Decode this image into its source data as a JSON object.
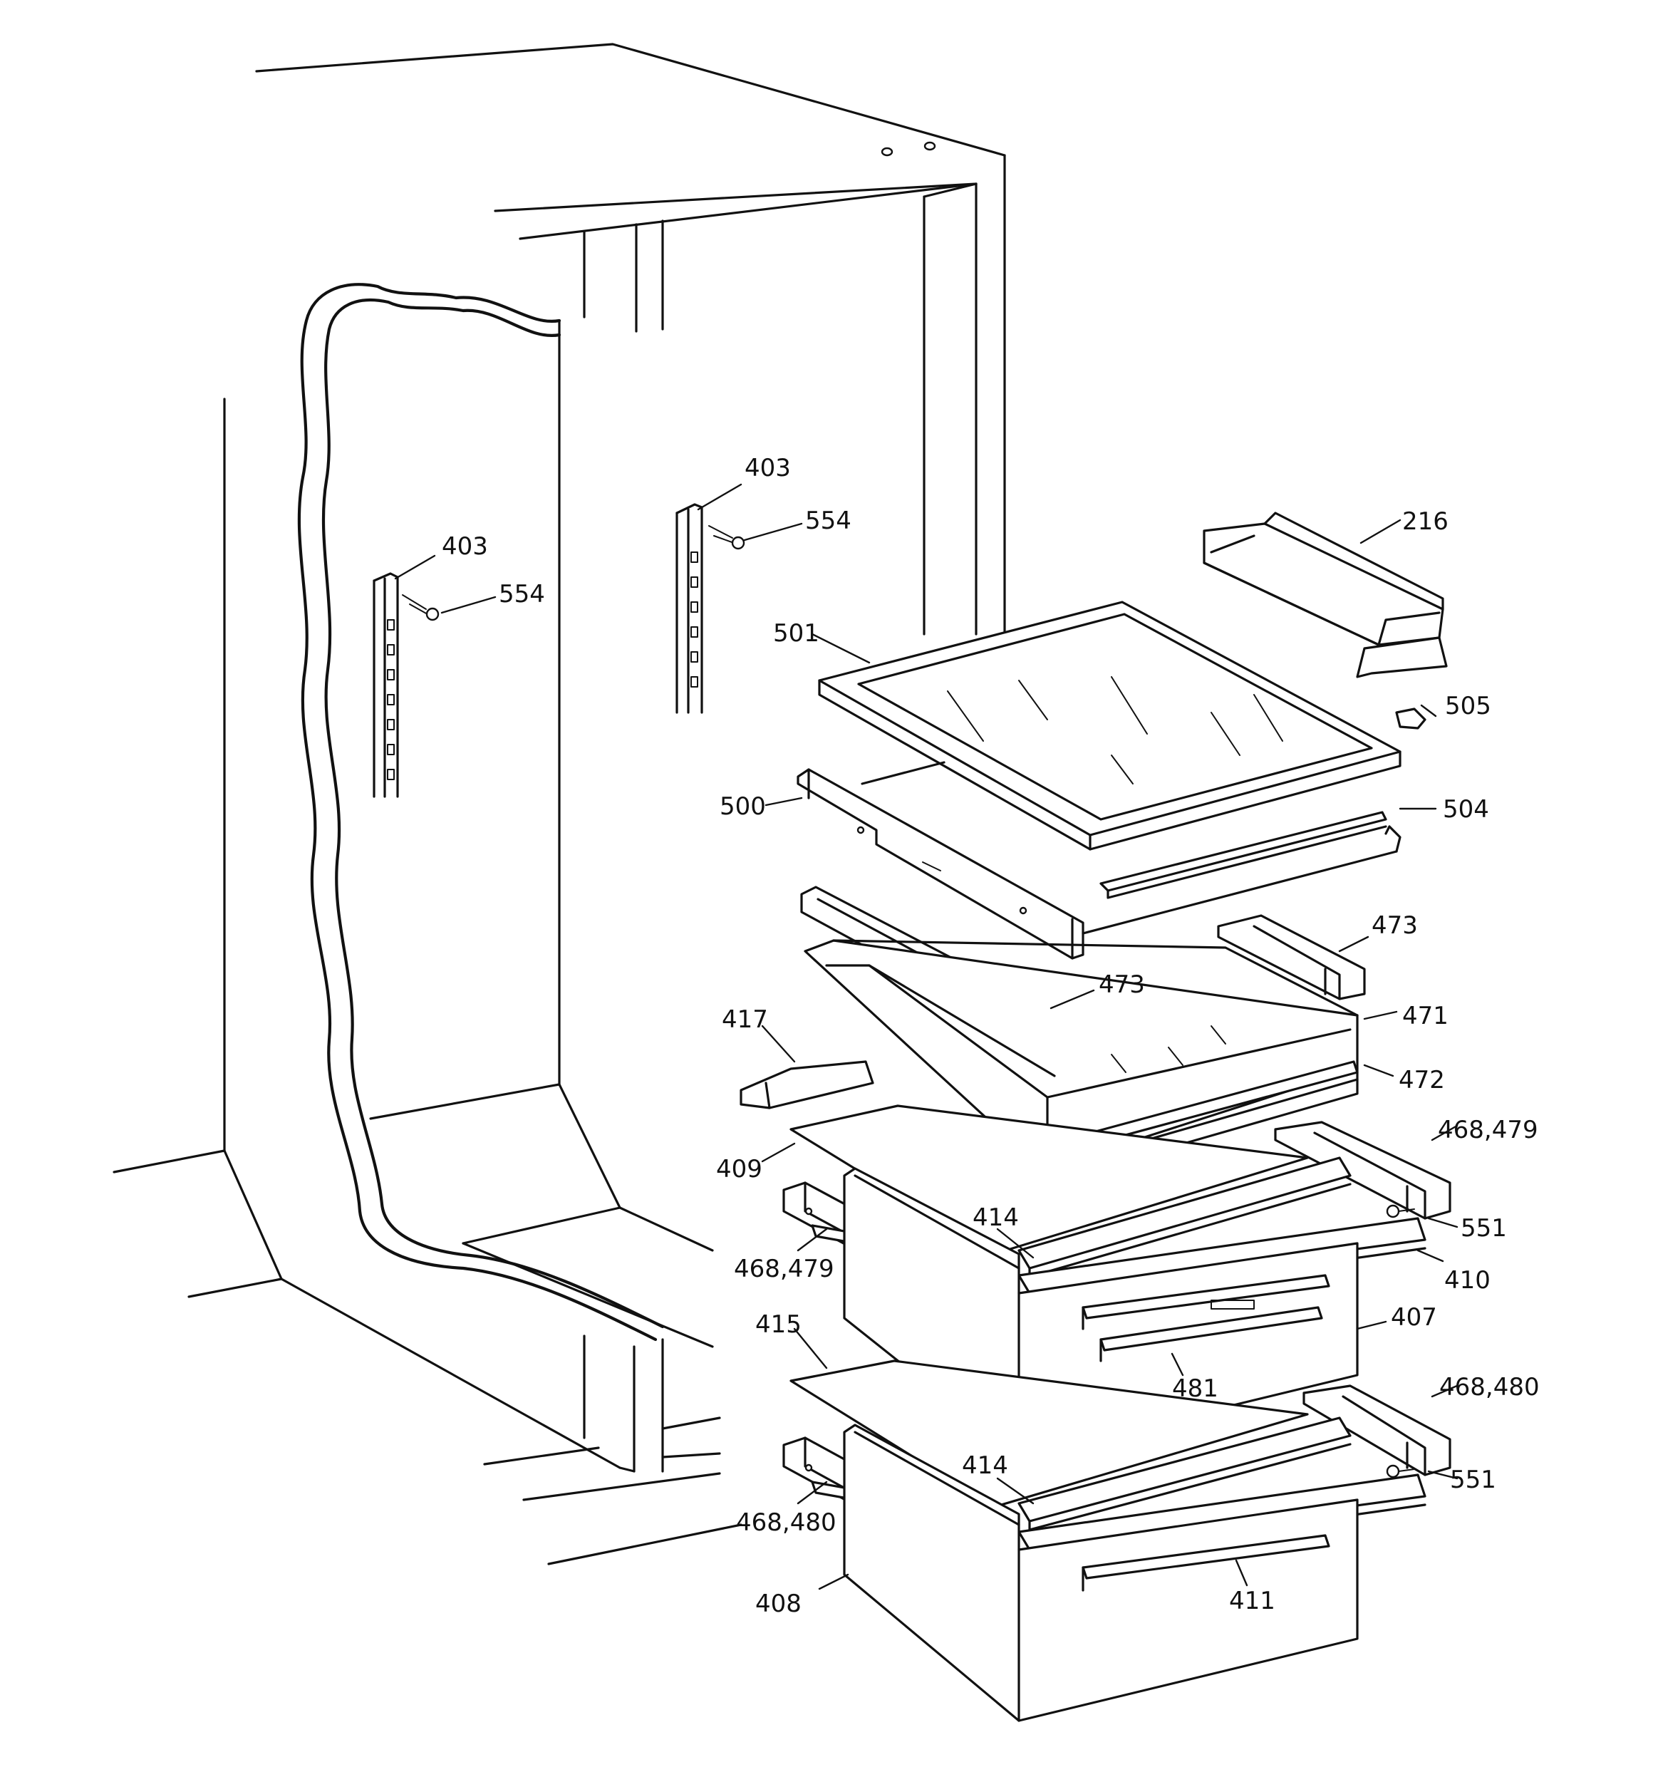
{
  "diagram": {
    "parts": [
      {
        "label": "403"
      },
      {
        "label": "403"
      },
      {
        "label": "554"
      },
      {
        "label": "554"
      },
      {
        "label": "216"
      },
      {
        "label": "501"
      },
      {
        "label": "505"
      },
      {
        "label": "500"
      },
      {
        "label": "504"
      },
      {
        "label": "473"
      },
      {
        "label": "473"
      },
      {
        "label": "471"
      },
      {
        "label": "417"
      },
      {
        "label": "472"
      },
      {
        "label": "468,479"
      },
      {
        "label": "409"
      },
      {
        "label": "414"
      },
      {
        "label": "551"
      },
      {
        "label": "468,479"
      },
      {
        "label": "410"
      },
      {
        "label": "407"
      },
      {
        "label": "415"
      },
      {
        "label": "481"
      },
      {
        "label": "468,480"
      },
      {
        "label": "414"
      },
      {
        "label": "551"
      },
      {
        "label": "468,480"
      },
      {
        "label": "411"
      },
      {
        "label": "408"
      }
    ]
  }
}
